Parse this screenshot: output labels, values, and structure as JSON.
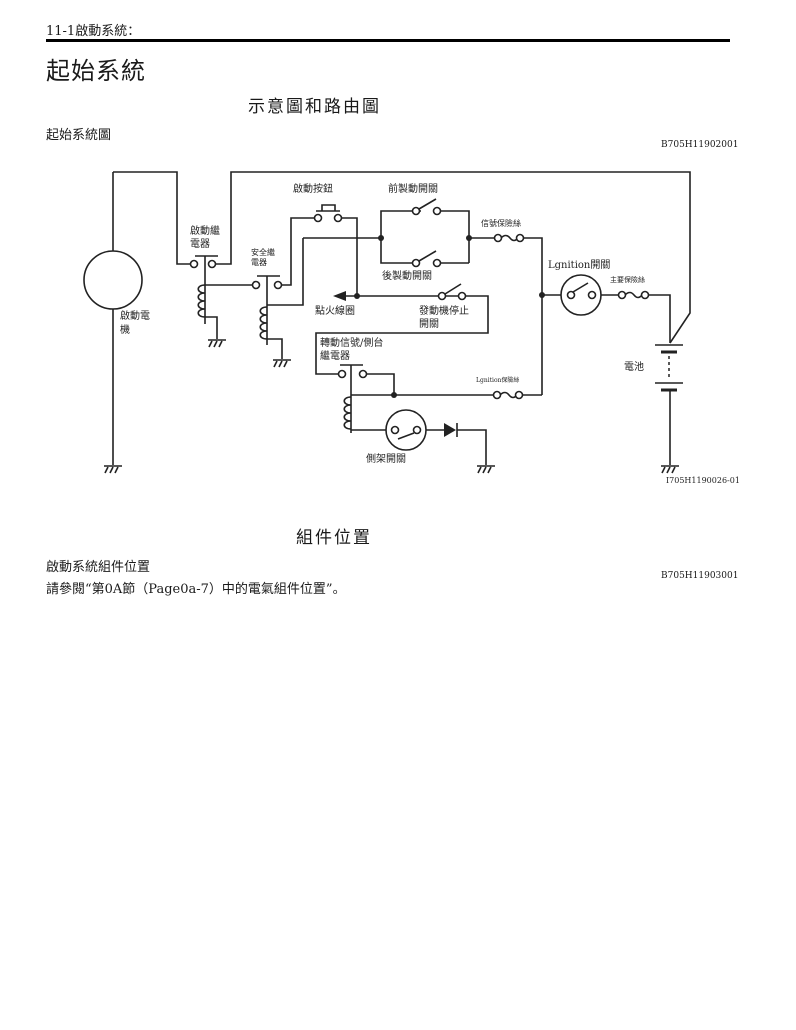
{
  "header": {
    "running_header": "11-1啟動系統：",
    "page_title": "起始系統"
  },
  "sections": {
    "schematic_title": "示意圖和路由圖",
    "schematic_subheading": "起始系統圖",
    "schematic_code": "B705H11902001",
    "components_title": "組件位置",
    "components_subheading": "啟動系統組件位置",
    "components_reference": "請參閱“第0A節（Page0a-7）中的電氣組件位置”。",
    "components_code": "B705H11903001"
  },
  "diagram": {
    "figure_code": "I705H1190026-01",
    "labels": {
      "starter_motor_1": "啟動電",
      "starter_motor_2": "機",
      "starter_relay_1": "啟動繼",
      "starter_relay_2": "電器",
      "safety_relay_1": "安全繼",
      "safety_relay_2": "電器",
      "starter_button": "啟動按鈕",
      "front_brake_switch": "前製動開關",
      "rear_brake_switch": "後製動開關",
      "signal_fuse": "信號保險絲",
      "ignition_switch": "Lgnition開關",
      "main_fuse": "主要保險絲",
      "ignition_coil": "點火線圈",
      "engine_stop_switch_1": "發動機停止",
      "engine_stop_switch_2": "開關",
      "turn_sidestand_relay_1": "轉動信號/側台",
      "turn_sidestand_relay_2": "繼電器",
      "ignition_fuse": "Lgnition保險絲",
      "battery": "電池",
      "sidestand_switch": "側架開關"
    }
  }
}
